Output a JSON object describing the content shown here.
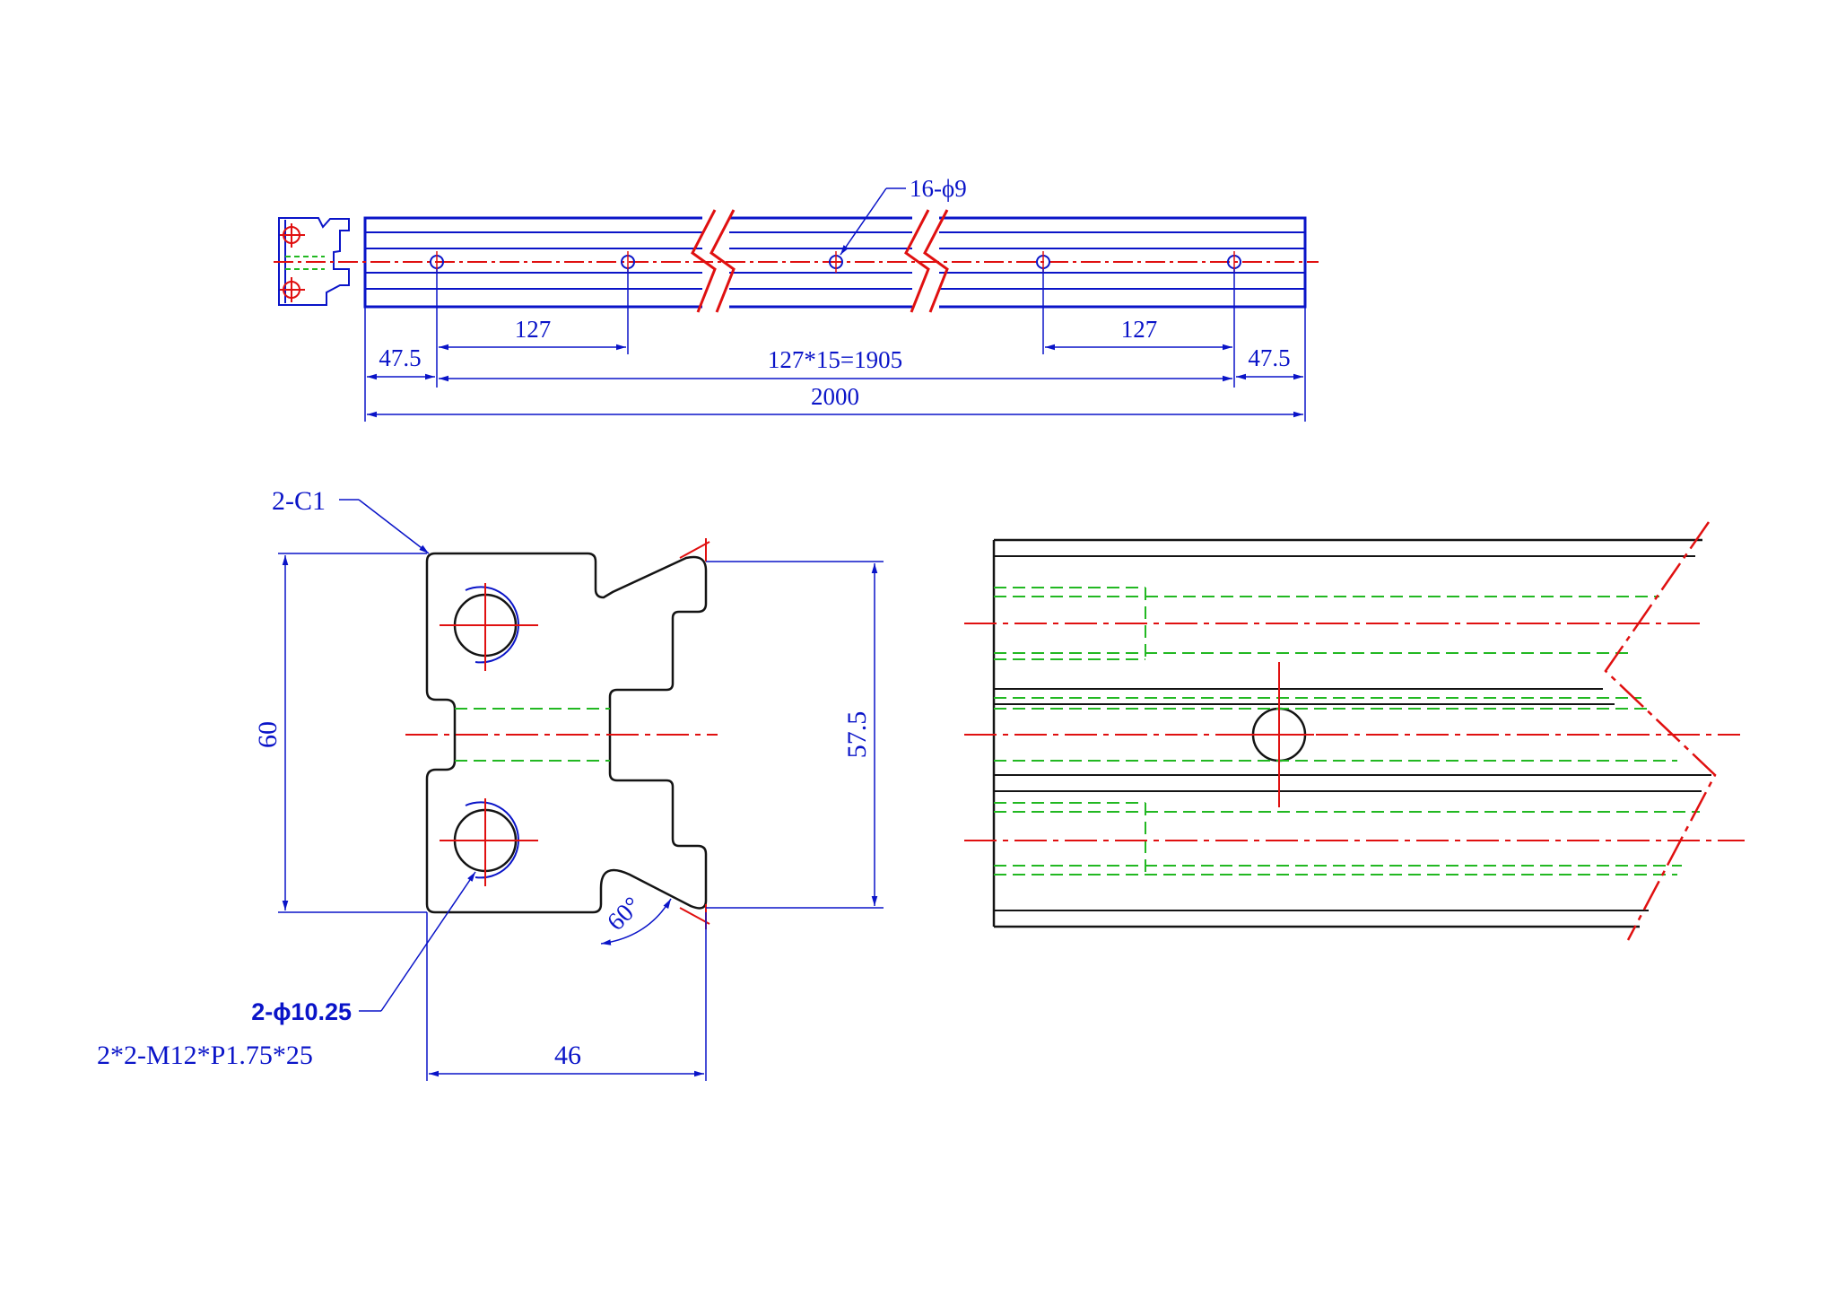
{
  "top_view": {
    "hole_callout": "16-ϕ9",
    "dims": {
      "pitch_left": "127",
      "pitch_right": "127",
      "edge_left": "47.5",
      "edge_right": "47.5",
      "pitch_total": "127*15=1905",
      "overall_length": "2000"
    }
  },
  "section_view": {
    "chamfer_callout": "2-C1",
    "height_overall": "60",
    "height_secondary": "57.5",
    "width": "46",
    "angle": "60°",
    "hole_callout_line1": "2-ϕ10.25",
    "hole_callout_line2": "2*2-M12*P1.75*25"
  },
  "colors": {
    "outline": "#141414",
    "dimension": "#0a14c8",
    "centerline": "#e01010",
    "hidden": "#22b822"
  }
}
